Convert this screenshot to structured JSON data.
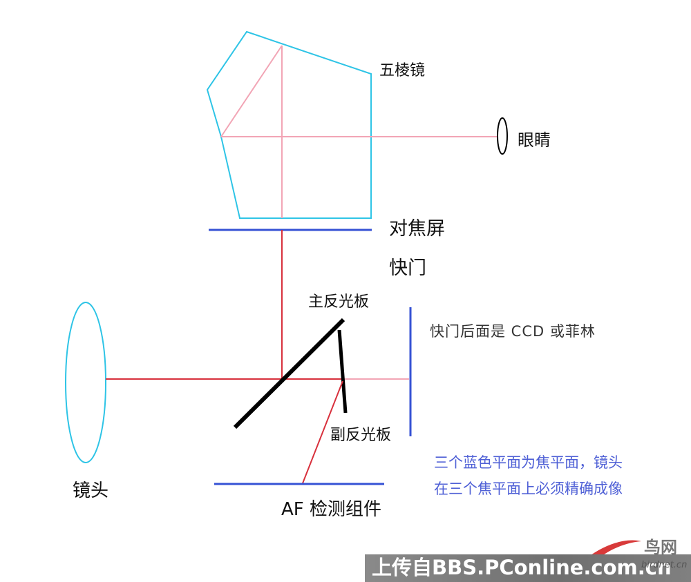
{
  "labels": {
    "prism": "五棱镜",
    "eye": "眼睛",
    "focus_screen": "对焦屏",
    "shutter": "快门",
    "main_mirror": "主反光板",
    "behind_shutter": "快门后面是 CCD 或菲林",
    "sub_mirror": "副反光板",
    "note_line1": "三个蓝色平面为焦平面，镜头",
    "note_line2": "在三个焦平面上必须精确成像",
    "lens": "镜头",
    "af_module": "AF 检测组件"
  },
  "watermark": {
    "upload_text": "上传自BBS.PConline.com.cn",
    "brand": "鸟网",
    "url": "birdnet.cn"
  },
  "colors": {
    "outline_cyan": "#2ec4e6",
    "focal_plane_blue": "#3552d4",
    "light_ray_red": "#d8303c",
    "light_ray_pink": "#f2a5b5",
    "mirror_black": "#000000",
    "note_text": "#4f60d6"
  }
}
